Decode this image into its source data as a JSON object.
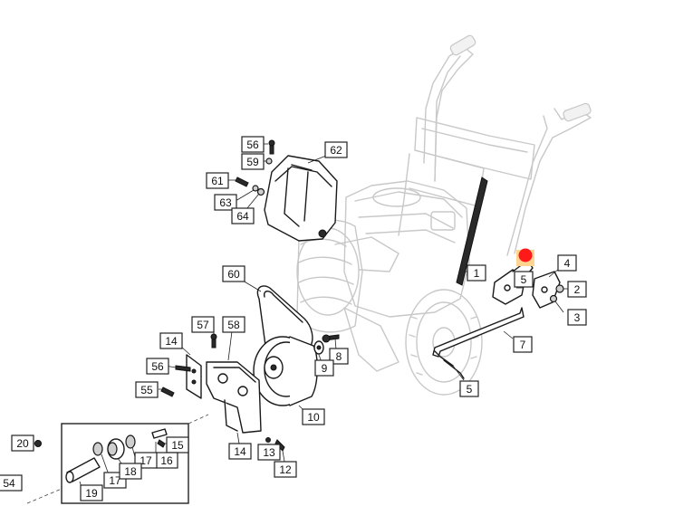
{
  "callouts": [
    "1",
    "2",
    "3",
    "4",
    "5",
    "5",
    "7",
    "8",
    "9",
    "10",
    "12",
    "13",
    "14",
    "14",
    "15",
    "16",
    "17",
    "17",
    "18",
    "19",
    "20",
    "54",
    "55",
    "56",
    "56",
    "57",
    "58",
    "59",
    "60",
    "61",
    "62",
    "63",
    "64"
  ],
  "marker_color": "#ff1a1a",
  "marker_highlight_color": "#ffd591",
  "ghost_color": "#c8c8c8",
  "part_color": "#1a1a1a"
}
